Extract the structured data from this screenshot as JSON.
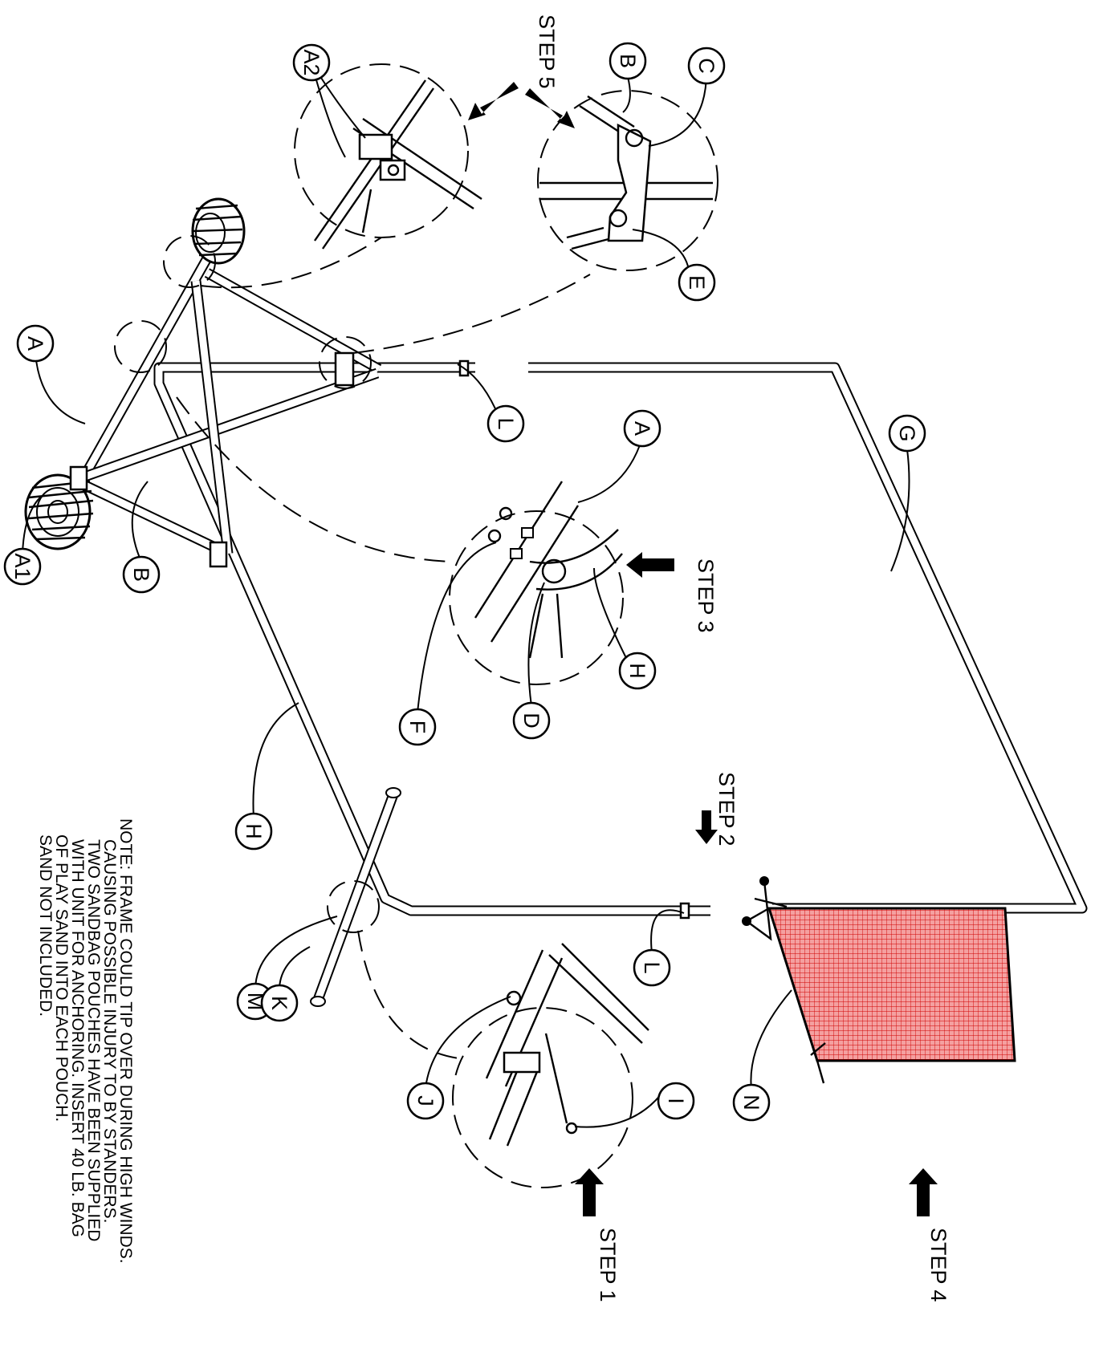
{
  "callouts": {
    "a2": "A2",
    "b_top": "B",
    "c": "C",
    "e": "E",
    "a_top": "A",
    "l_top": "L",
    "g": "G",
    "a_mid": "A",
    "a1": "A1",
    "b_left": "B",
    "h_mid": "H",
    "f": "F",
    "d": "D",
    "h_left": "H",
    "m": "M",
    "k": "K",
    "l_bottom": "L",
    "j": "J",
    "i": "I",
    "n": "N"
  },
  "steps": {
    "step1": "STEP 1",
    "step2": "STEP 2",
    "step3": "STEP 3",
    "step4": "STEP 4",
    "step5": "STEP 5"
  },
  "note": {
    "lines": [
      "NOTE: FRAME COULD TIP OVER DURING HIGH WINDS.",
      "CAUSING POSSIBLE INJURY TO BY STANDERS.",
      "TWO SANDBAG POUCHES HAVE BEEN SUPPLIED",
      "WITH UNIT FOR ANCHORING. INSERT 40 LB. BAG",
      "OF PLAY SAND INTO EACH POUCH.",
      "SAND NOT INCLUDED."
    ]
  },
  "colors": {
    "net_fill": "#f4a0a0",
    "net_grid": "#d00000",
    "line": "#000000"
  }
}
